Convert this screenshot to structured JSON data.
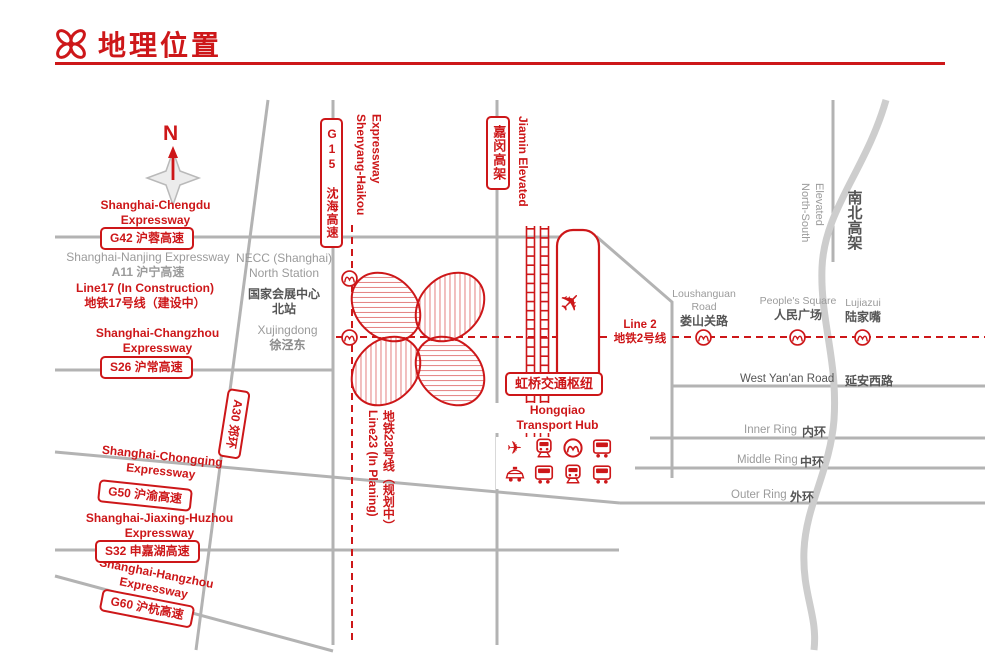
{
  "header": {
    "title": "地理位置"
  },
  "colors": {
    "accent": "#cd1719",
    "road_gray": "#b3b3b3",
    "river_gray": "#cdcdcd",
    "muted_text": "#9b9b9b",
    "dark_text": "#555555"
  },
  "compass": {
    "north_label": "N"
  },
  "icons": {
    "plane": "✈",
    "logo": "four-leaf-clover",
    "metro": "shanghai-metro-roundel"
  },
  "expressways": {
    "chengdu": {
      "line1": "Shanghai-Chengdu",
      "line2": "Expressway",
      "badge": "G42 沪蓉高速"
    },
    "nanjing": {
      "line1": "Shanghai-Nanjing Expressway",
      "line2": "A11 沪宁高速"
    },
    "metro17": {
      "line1": "Line17 (In Construction)",
      "line2": "地铁17号线（建设中）"
    },
    "changzhou": {
      "line1": "Shanghai-Changzhou",
      "line2": "Expressway",
      "badge": "S26 沪常高速"
    },
    "a30": {
      "badge": "A30 郊环"
    },
    "chongqing": {
      "line1": "Shanghai-Chongqing",
      "line2": "Expressway",
      "badge": "G50 沪渝高速"
    },
    "jiaxing": {
      "line1": "Shanghai-Jiaxing-Huzhou",
      "line2": "Expressway",
      "badge": "S32 申嘉湖高速"
    },
    "hangzhou": {
      "line1": "Shanghai-Hangzhou",
      "line2": "Expressway",
      "badge": "G60 沪杭高速"
    },
    "g15": {
      "badge": "G15 沈海高速",
      "name1": "Shenyang-Haikou",
      "name2": "Expressway"
    },
    "jiamin": {
      "badge": "嘉闵高架",
      "name": "Jiamin Elevated"
    },
    "metro23": {
      "line1": "Line23 (In Planing)",
      "line2": "地铁23号线（规划中）"
    },
    "north_south": {
      "name1": "North-South",
      "name2": "Elevated",
      "cn": "南北高架"
    }
  },
  "necc": {
    "en1": "NECC (Shanghai)",
    "en2": "North Station",
    "cn1": "国家会展中心",
    "cn2": "北站"
  },
  "xujingdong": {
    "en": "Xujingdong",
    "cn": "徐泾东"
  },
  "metro2": {
    "en": "Line 2",
    "cn": "地铁2号线"
  },
  "hub": {
    "badge": "虹桥交通枢纽",
    "en1": "Hongqiao",
    "en2": "Transport Hub"
  },
  "stations": {
    "loushanguan": {
      "en1": "Loushanguan",
      "en2": "Road",
      "cn": "娄山关路"
    },
    "peoples_square": {
      "en": "People's Square",
      "cn": "人民广场"
    },
    "lujiazui": {
      "en": "Lujiazui",
      "cn": "陆家嘴"
    }
  },
  "ring_roads": {
    "west_yanan": {
      "en": "West Yan'an Road",
      "cn": "延安西路"
    },
    "inner": {
      "en": "Inner Ring",
      "cn": "内环"
    },
    "middle": {
      "en": "Middle Ring",
      "cn": "中环"
    },
    "outer": {
      "en": "Outer Ring",
      "cn": "外环"
    }
  }
}
